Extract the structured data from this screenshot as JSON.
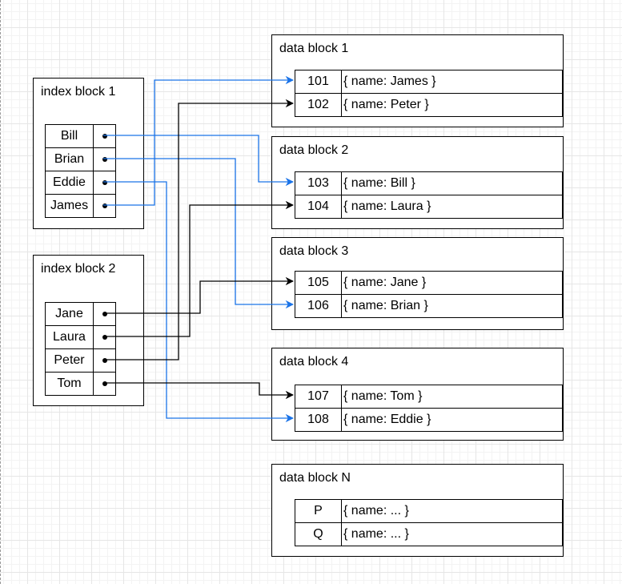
{
  "colors": {
    "blue": "#1a73e8",
    "black": "#000000"
  },
  "index_blocks": [
    {
      "title": "index block 1",
      "keys": [
        "Bill",
        "Brian",
        "Eddie",
        "James"
      ]
    },
    {
      "title": "index block 2",
      "keys": [
        "Jane",
        "Laura",
        "Peter",
        "Tom"
      ]
    }
  ],
  "data_blocks": [
    {
      "title": "data block 1",
      "rows": [
        {
          "id": "101",
          "value": "{ name: James }"
        },
        {
          "id": "102",
          "value": "{ name: Peter }"
        }
      ]
    },
    {
      "title": "data block 2",
      "rows": [
        {
          "id": "103",
          "value": "{ name: Bill }"
        },
        {
          "id": "104",
          "value": "{ name: Laura }"
        }
      ]
    },
    {
      "title": "data block 3",
      "rows": [
        {
          "id": "105",
          "value": "{ name: Jane }"
        },
        {
          "id": "106",
          "value": "{ name: Brian }"
        }
      ]
    },
    {
      "title": "data block 4",
      "rows": [
        {
          "id": "107",
          "value": "{ name: Tom }"
        },
        {
          "id": "108",
          "value": "{ name: Eddie }"
        }
      ]
    },
    {
      "title": "data block N",
      "rows": [
        {
          "id": "P",
          "value": "{ name: ... }"
        },
        {
          "id": "Q",
          "value": "{ name: ... }"
        }
      ]
    }
  ],
  "links": [
    {
      "from": "Bill",
      "to": "103",
      "color": "blue"
    },
    {
      "from": "Brian",
      "to": "106",
      "color": "blue"
    },
    {
      "from": "Eddie",
      "to": "108",
      "color": "blue"
    },
    {
      "from": "James",
      "to": "101",
      "color": "blue"
    },
    {
      "from": "Jane",
      "to": "105",
      "color": "black"
    },
    {
      "from": "Laura",
      "to": "104",
      "color": "black"
    },
    {
      "from": "Peter",
      "to": "102",
      "color": "black"
    },
    {
      "from": "Tom",
      "to": "107",
      "color": "black"
    }
  ]
}
